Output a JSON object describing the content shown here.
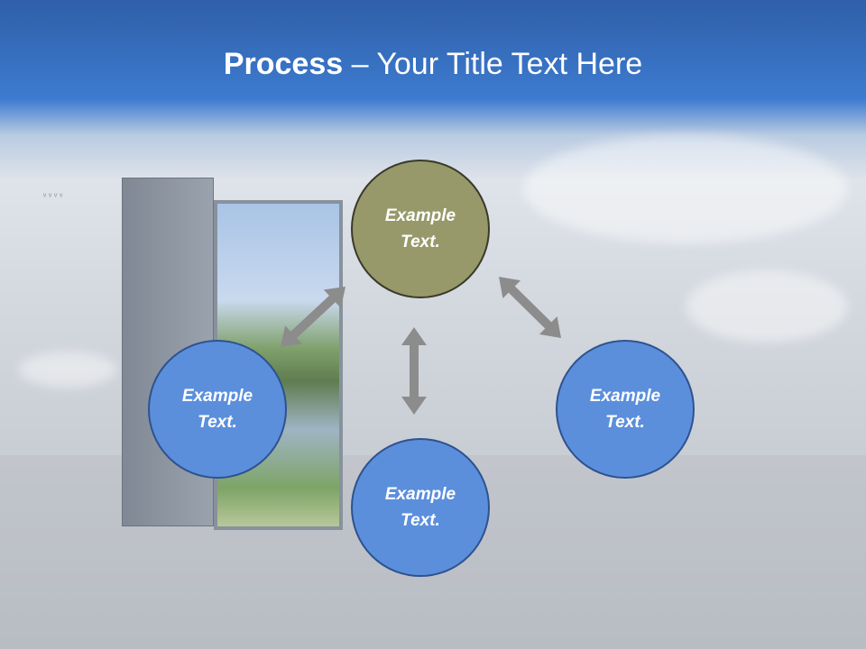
{
  "slide": {
    "title_bold": "Process",
    "title_rest": " – Your Title Text Here"
  },
  "nodes": [
    {
      "id": "top",
      "text": "Example\nText.",
      "color": "#97996a",
      "border": "#3a3a2a"
    },
    {
      "id": "left",
      "text": "Example\nText.",
      "color": "#5b8fdc",
      "border": "#2f528f"
    },
    {
      "id": "bottom",
      "text": "Example\nText.",
      "color": "#5b8fdc",
      "border": "#2f528f"
    },
    {
      "id": "right",
      "text": "Example\nText.",
      "color": "#5b8fdc",
      "border": "#2f528f"
    }
  ],
  "arrow_color": "#8c8c8c"
}
